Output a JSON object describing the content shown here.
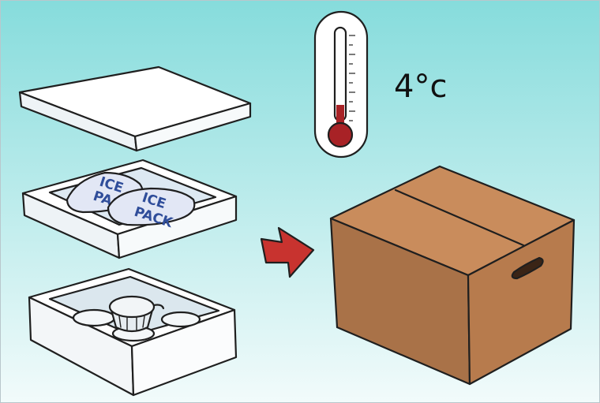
{
  "temperature": {
    "value": "4°c"
  },
  "ice_pack": {
    "label_line1": "ICE",
    "label_line2": "PACK"
  },
  "colors": {
    "background_top": "#86dcdc",
    "background_bottom": "#f2fbfb",
    "foam": "#ffffff",
    "cardboard": "#c48656",
    "arrow": "#c8332f",
    "thermometer_fill": "#a82226"
  }
}
